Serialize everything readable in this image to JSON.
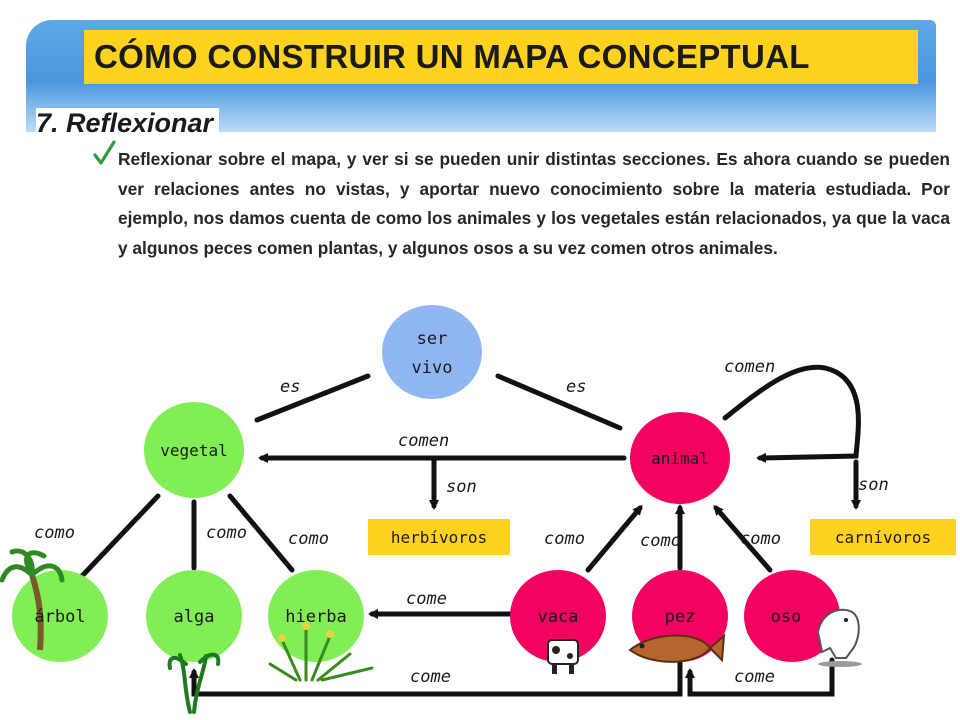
{
  "slide": {
    "title": "CÓMO CONSTRUIR UN MAPA CONCEPTUAL",
    "step_title": "7. Reflexionar",
    "paragraph": "Reflexionar sobre el mapa, y ver si se pueden unir distintas secciones. Es ahora cuando se pueden ver relaciones antes no vistas, y aportar nuevo conocimiento sobre la materia estudiada. Por ejemplo, nos damos cuenta de como los animales y los vegetales están relacionados, ya que la vaca y algunos peces comen plantas, y algunos osos a su vez comen otros animales."
  },
  "map": {
    "nodes": {
      "ser_vivo_1": "ser",
      "ser_vivo_2": "vivo",
      "vegetal": "vegetal",
      "animal": "animal",
      "herbivoros": "herbívoros",
      "carnivoros": "carnívoros",
      "arbol": "árbol",
      "alga": "alga",
      "hierba": "hierba",
      "vaca": "vaca",
      "pez": "pez",
      "oso": "oso"
    },
    "links": {
      "es_left": "es",
      "es_right": "es",
      "comen_mid": "comen",
      "comen_loop": "comen",
      "son_mid": "son",
      "son_right": "son",
      "como_arbol": "como",
      "como_alga": "como",
      "como_hierba": "como",
      "como_vaca": "como",
      "como_pez": "como",
      "como_oso": "como",
      "come_vaca": "come",
      "come_bottom": "come",
      "come_oso": "come"
    },
    "colors": {
      "vegetal": "#80ee54",
      "animal": "#f2035f",
      "category": "#ffd21f",
      "ser_vivo": "#8fb6f0",
      "accent": "#ffd21f"
    },
    "pictures": [
      "palm-tree-icon",
      "seaweed-icon",
      "grass-icon",
      "cow-icon",
      "fish-icon",
      "polar-bear-icon"
    ]
  }
}
